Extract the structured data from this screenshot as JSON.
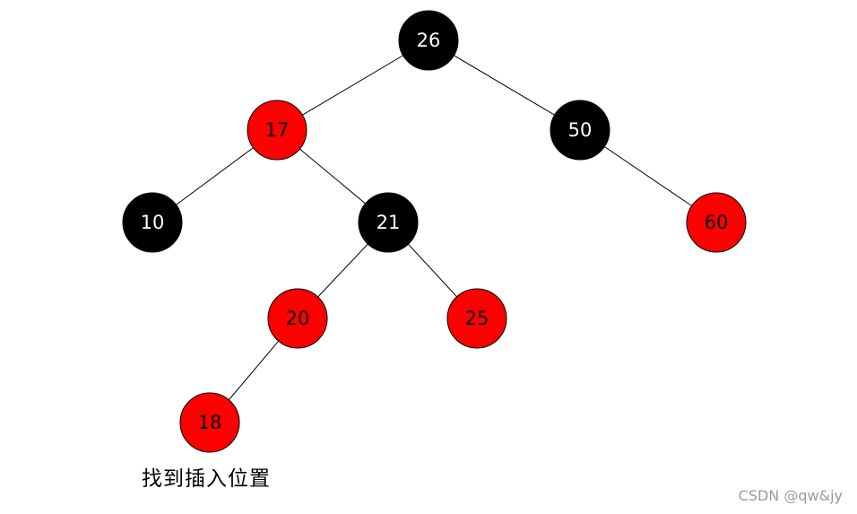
{
  "diagram": {
    "nodes": [
      {
        "id": "n26",
        "label": "26",
        "color": "black"
      },
      {
        "id": "n17",
        "label": "17",
        "color": "red"
      },
      {
        "id": "n50",
        "label": "50",
        "color": "black"
      },
      {
        "id": "n10",
        "label": "10",
        "color": "black"
      },
      {
        "id": "n21",
        "label": "21",
        "color": "black"
      },
      {
        "id": "n60",
        "label": "60",
        "color": "red"
      },
      {
        "id": "n20",
        "label": "20",
        "color": "red"
      },
      {
        "id": "n25",
        "label": "25",
        "color": "red"
      },
      {
        "id": "n18",
        "label": "18",
        "color": "red"
      }
    ],
    "edges": [
      {
        "from": "n26",
        "to": "n17"
      },
      {
        "from": "n26",
        "to": "n50"
      },
      {
        "from": "n17",
        "to": "n10"
      },
      {
        "from": "n17",
        "to": "n21"
      },
      {
        "from": "n50",
        "to": "n60"
      },
      {
        "from": "n21",
        "to": "n20"
      },
      {
        "from": "n21",
        "to": "n25"
      },
      {
        "from": "n20",
        "to": "n18"
      }
    ],
    "caption": "找到插入位置"
  },
  "watermark": "CSDN @qw&jy",
  "colors": {
    "black_node_fill": "#000000",
    "black_node_text": "#ffffff",
    "red_node_fill": "#ff0000",
    "red_node_text": "#000000",
    "edge": "#000000"
  }
}
